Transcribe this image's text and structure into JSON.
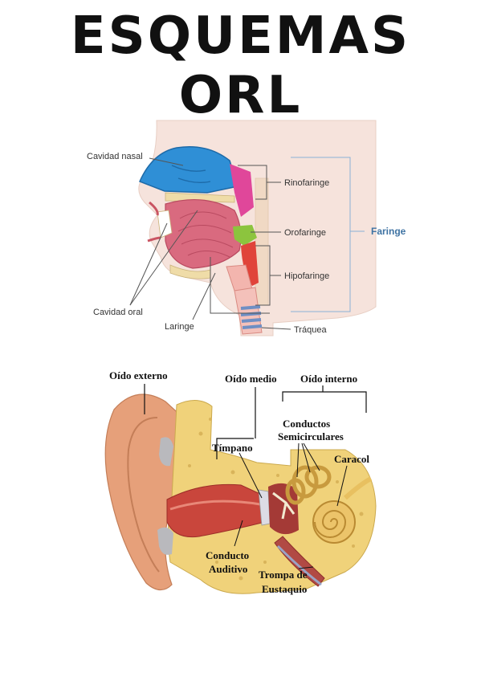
{
  "title": "ESQUEMAS ORL",
  "pharynx": {
    "labels": {
      "cavidad_nasal": "Cavidad nasal",
      "cavidad_oral": "Cavidad oral",
      "laringe": "Laringe",
      "rinofaringe": "Rinofaringe",
      "orofaringe": "Orofaringe",
      "hipofaringe": "Hipofaringe",
      "traquea": "Tráquea",
      "faringe": "Faringe"
    }
  },
  "ear": {
    "labels": {
      "oido_externo": "Oído externo",
      "oido_medio": "Oído medio",
      "oido_interno": "Oído interno",
      "conductos_1": "Conductos",
      "conductos_2": "Semicirculares",
      "timpano": "Tímpano",
      "caracol": "Caracol",
      "conducto_1": "Conducto",
      "conducto_2": "Auditivo",
      "trompa_1": "Trompa de",
      "trompa_2": "Eustaquio"
    }
  }
}
